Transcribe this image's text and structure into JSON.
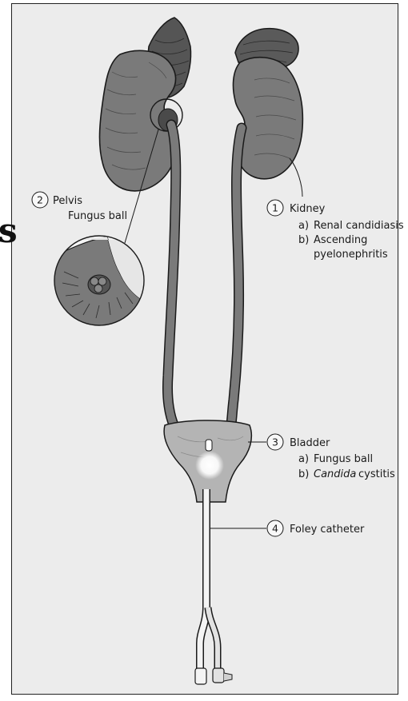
{
  "edge_glyph": "s",
  "callouts": [
    {
      "number": "1",
      "title": "Kidney",
      "items": [
        {
          "prefix": "a)",
          "text": "Renal candidiasis"
        },
        {
          "prefix": "b)",
          "text": "Ascending"
        },
        {
          "prefix": "",
          "text": "pyelonephritis"
        }
      ]
    },
    {
      "number": "2",
      "title": "Pelvis",
      "items": [
        {
          "prefix": "",
          "text": "Fungus ball"
        }
      ]
    },
    {
      "number": "3",
      "title": "Bladder",
      "items": [
        {
          "prefix": "a)",
          "text": "Fungus ball"
        },
        {
          "prefix": "b)",
          "text": "Candida",
          "suffix": " cystitis"
        }
      ]
    },
    {
      "number": "4",
      "title": "Foley catheter",
      "items": []
    }
  ],
  "colors": {
    "organ_fill": "#7a7a7a",
    "organ_dark": "#555555",
    "bladder_fill": "#b4b4b4",
    "outline": "#1a1a1a",
    "background": "#ececec"
  }
}
